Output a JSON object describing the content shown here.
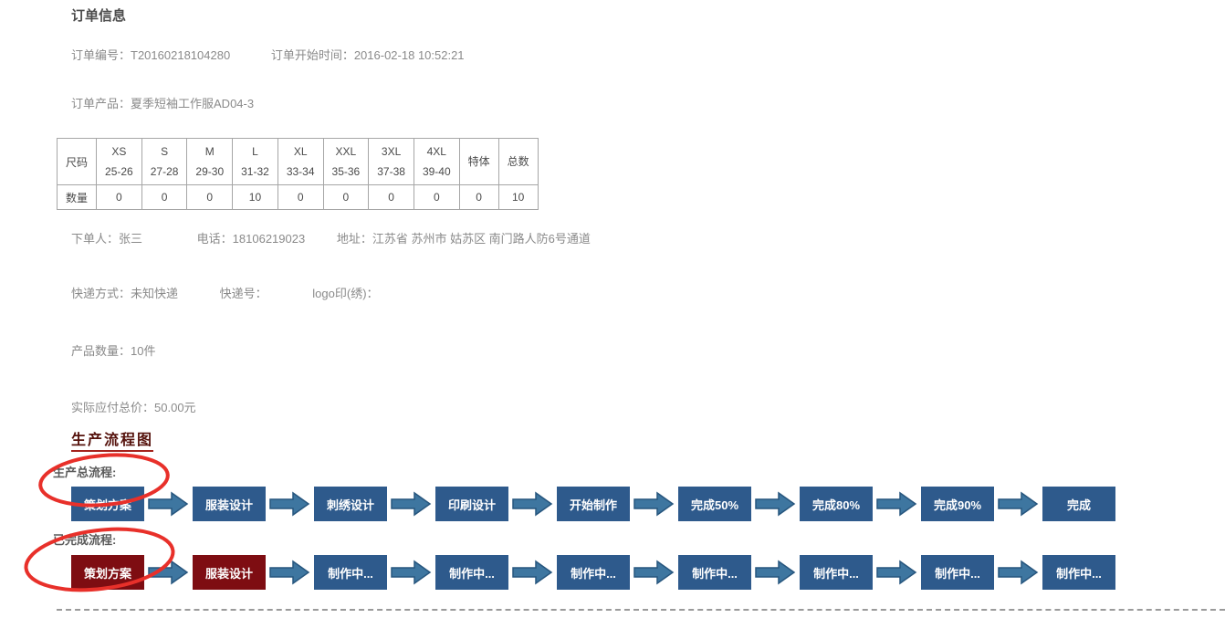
{
  "order": {
    "section_title": "订单信息",
    "order_no_label": "订单编号：",
    "order_no_value": "T20160218104280",
    "start_time_label": "订单开始时间：",
    "start_time_value": "2016-02-18 10:52:21",
    "product_label": "订单产品：",
    "product_value": "夏季短袖工作服AD04-3"
  },
  "size_table": {
    "size_header": "尺码",
    "qty_header": "数量",
    "columns": [
      {
        "size": "XS",
        "range": "25-26",
        "qty": "0"
      },
      {
        "size": "S",
        "range": "27-28",
        "qty": "0"
      },
      {
        "size": "M",
        "range": "29-30",
        "qty": "0"
      },
      {
        "size": "L",
        "range": "31-32",
        "qty": "10"
      },
      {
        "size": "XL",
        "range": "33-34",
        "qty": "0"
      },
      {
        "size": "XXL",
        "range": "35-36",
        "qty": "0"
      },
      {
        "size": "3XL",
        "range": "37-38",
        "qty": "0"
      },
      {
        "size": "4XL",
        "range": "39-40",
        "qty": "0"
      },
      {
        "size": "特体",
        "range": "",
        "qty": "0"
      },
      {
        "size": "总数",
        "range": "",
        "qty": "10"
      }
    ]
  },
  "customer": {
    "buyer_label": "下单人：",
    "buyer_value": "张三",
    "phone_label": "电话：",
    "phone_value": "18106219023",
    "address_label": "地址：",
    "address_value": "江苏省 苏州市 姑苏区 南门路人防6号通道"
  },
  "shipping": {
    "method_label": "快递方式：",
    "method_value": "未知快递",
    "tracking_label": "快递号：",
    "tracking_value": "",
    "logo_label": "logo印(绣)：",
    "logo_value": ""
  },
  "summary": {
    "qty_label": "产品数量：",
    "qty_value": "10件",
    "price_label": "实际应付总价：",
    "price_value": "50.00元"
  },
  "flow": {
    "heading": "生产流程图",
    "rows": [
      {
        "label": "生产总流程:",
        "steps": [
          {
            "text": "策划方案",
            "type": "blue"
          },
          {
            "text": "服装设计",
            "type": "blue"
          },
          {
            "text": "刺绣设计",
            "type": "blue"
          },
          {
            "text": "印刷设计",
            "type": "blue"
          },
          {
            "text": "开始制作",
            "type": "blue"
          },
          {
            "text": "完成50%",
            "type": "blue"
          },
          {
            "text": "完成80%",
            "type": "blue"
          },
          {
            "text": "完成90%",
            "type": "blue"
          },
          {
            "text": "完成",
            "type": "blue"
          }
        ]
      },
      {
        "label": "已完成流程:",
        "steps": [
          {
            "text": "策划方案",
            "type": "maroon"
          },
          {
            "text": "服装设计",
            "type": "maroon"
          },
          {
            "text": "制作中...",
            "type": "blue"
          },
          {
            "text": "制作中...",
            "type": "blue"
          },
          {
            "text": "制作中...",
            "type": "blue"
          },
          {
            "text": "制作中...",
            "type": "blue"
          },
          {
            "text": "制作中...",
            "type": "blue"
          },
          {
            "text": "制作中...",
            "type": "blue"
          },
          {
            "text": "制作中...",
            "type": "blue"
          }
        ]
      }
    ]
  },
  "colors": {
    "step_blue": "#2e5a8c",
    "step_maroon": "#7e0d12",
    "arrow_fill": "#3e76a0",
    "arrow_stroke": "#27567e",
    "annotation_red": "#e8302a"
  }
}
